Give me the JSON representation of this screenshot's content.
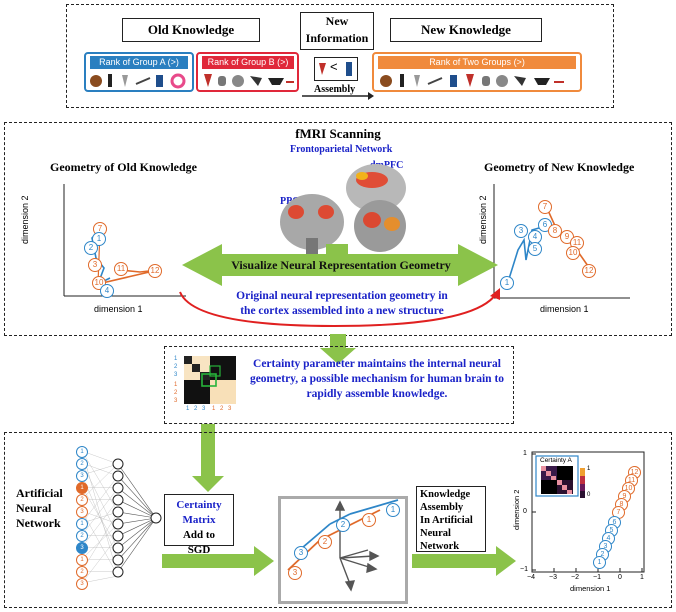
{
  "top": {
    "old_knowledge": "Old Knowledge",
    "new_information": [
      "New",
      "Information"
    ],
    "new_knowledge": "New Knowledge",
    "rank_group_a": "Rank of Group A (>)",
    "rank_group_b": "Rank of Group B (>)",
    "rank_two_groups": "Rank of  Two Groups (>)",
    "less_than": "<",
    "assembly": "Assembly"
  },
  "fmri": {
    "title": "fMRI Scanning",
    "frontoparietal": "Frontoparietal Network",
    "dmpfc": "dmPFC",
    "ppc": "PPC",
    "old_geometry_title": "Geometry of Old Knowledge",
    "new_geometry_title": "Geometry of New Knowledge",
    "dimension1": "dimension 1",
    "dimension2": "dimension 2",
    "visualize": "Visualize Neural Representation Geometry",
    "original_text": [
      "Original neural representation geometry in",
      "the cortex assembled into a new structure"
    ],
    "old_nodes": [
      "7",
      "1",
      "2",
      "3",
      "11",
      "12",
      "10",
      "4"
    ],
    "new_nodes": [
      "7",
      "6",
      "3",
      "4",
      "5",
      "8",
      "9",
      "11",
      "10",
      "12",
      "1"
    ]
  },
  "certainty": {
    "text": [
      "Certainty parameter maintains the internal neural",
      "geometry, a possible mechanism for  human brain to",
      "rapidly assemble knowledge."
    ],
    "left_labels": [
      "1",
      "2",
      "3",
      "1",
      "2",
      "3"
    ],
    "bottom_labels": [
      "1",
      "2",
      "3",
      "1",
      "2",
      "3"
    ]
  },
  "ann": {
    "title": [
      "Artificial",
      "Neural",
      "Network"
    ],
    "certainty_matrix": "Certainty Matrix",
    "add_to": "Add to",
    "sgd": "SGD",
    "knowledge_assembly": [
      "Knowledge",
      "Assembly",
      "In Artificial",
      "Neural",
      "Network"
    ],
    "input_nodes": [
      "1",
      "2",
      "3",
      "1",
      "2",
      "3",
      "1",
      "2",
      "3",
      "1",
      "2",
      "3"
    ],
    "vector_nodes": [
      "1",
      "2",
      "3",
      "1",
      "2",
      "3"
    ],
    "certainty_a": "Certainty A",
    "colorbar_ticks": [
      "1",
      "0"
    ],
    "plot_nodes": [
      "12",
      "11",
      "10",
      "9",
      "8",
      "7",
      "6",
      "5",
      "4",
      "3",
      "2",
      "1"
    ],
    "x_ticks": [
      "−4",
      "−3",
      "−2",
      "−1",
      "0",
      "1"
    ],
    "y_ticks": [
      "1",
      "0",
      "−1"
    ],
    "xlabel": "dimension 1",
    "ylabel": "dimension 2"
  },
  "colors": {
    "blue_node": "#2e86c8",
    "orange_node": "#e06a2a",
    "green_arrow": "#8bc34a",
    "text_blue": "#1a22c8",
    "red_arrow": "#e02020",
    "orange_bar": "#f08a3c",
    "group_a_bar": "#2a7fc0",
    "group_b_bar": "#e0283a"
  }
}
